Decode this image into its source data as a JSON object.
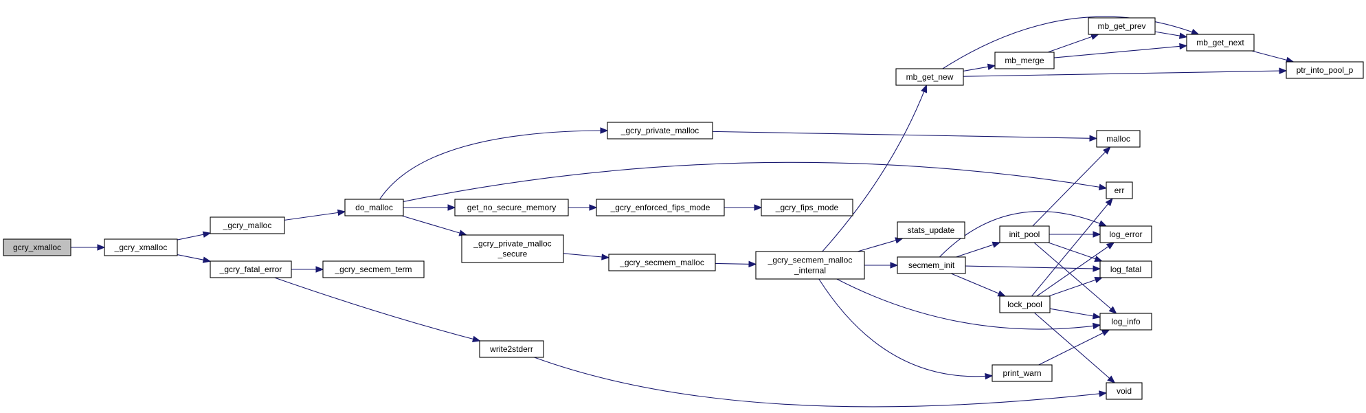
{
  "graph": {
    "colors": {
      "edge": "#191970",
      "node_border": "#000000",
      "root_fill": "#bfbfbf",
      "node_fill": "#ffffff"
    },
    "nodes": {
      "gcry_xmalloc": {
        "lines": [
          "gcry_xmalloc"
        ],
        "root": true
      },
      "_gcry_xmalloc": {
        "lines": [
          "_gcry_xmalloc"
        ]
      },
      "_gcry_malloc": {
        "lines": [
          "_gcry_malloc"
        ]
      },
      "_gcry_fatal_error": {
        "lines": [
          "_gcry_fatal_error"
        ]
      },
      "_gcry_secmem_term": {
        "lines": [
          "_gcry_secmem_term"
        ]
      },
      "do_malloc": {
        "lines": [
          "do_malloc"
        ]
      },
      "_gcry_private_malloc": {
        "lines": [
          "_gcry_private_malloc"
        ]
      },
      "get_no_secure_memory": {
        "lines": [
          "get_no_secure_memory"
        ]
      },
      "_gcry_enforced_fips_mode": {
        "lines": [
          "_gcry_enforced_fips_mode"
        ]
      },
      "_gcry_fips_mode": {
        "lines": [
          "_gcry_fips_mode"
        ]
      },
      "_gcry_private_malloc_secure": {
        "lines": [
          "_gcry_private_malloc",
          "_secure"
        ]
      },
      "_gcry_secmem_malloc": {
        "lines": [
          "_gcry_secmem_malloc"
        ]
      },
      "_gcry_secmem_malloc_internal": {
        "lines": [
          "_gcry_secmem_malloc",
          "_internal"
        ]
      },
      "write2stderr": {
        "lines": [
          "write2stderr"
        ]
      },
      "mb_get_new": {
        "lines": [
          "mb_get_new"
        ]
      },
      "mb_merge": {
        "lines": [
          "mb_merge"
        ]
      },
      "mb_get_prev": {
        "lines": [
          "mb_get_prev"
        ]
      },
      "mb_get_next": {
        "lines": [
          "mb_get_next"
        ]
      },
      "ptr_into_pool_p": {
        "lines": [
          "ptr_into_pool_p"
        ]
      },
      "malloc": {
        "lines": [
          "malloc"
        ]
      },
      "err": {
        "lines": [
          "err"
        ]
      },
      "stats_update": {
        "lines": [
          "stats_update"
        ]
      },
      "secmem_init": {
        "lines": [
          "secmem_init"
        ]
      },
      "init_pool": {
        "lines": [
          "init_pool"
        ]
      },
      "lock_pool": {
        "lines": [
          "lock_pool"
        ]
      },
      "print_warn": {
        "lines": [
          "print_warn"
        ]
      },
      "log_error": {
        "lines": [
          "log_error"
        ]
      },
      "log_fatal": {
        "lines": [
          "log_fatal"
        ]
      },
      "log_info": {
        "lines": [
          "log_info"
        ]
      },
      "void": {
        "lines": [
          "void"
        ]
      }
    },
    "edges": [
      [
        "gcry_xmalloc",
        "_gcry_xmalloc"
      ],
      [
        "_gcry_xmalloc",
        "_gcry_malloc"
      ],
      [
        "_gcry_xmalloc",
        "_gcry_fatal_error"
      ],
      [
        "_gcry_malloc",
        "do_malloc"
      ],
      [
        "_gcry_fatal_error",
        "_gcry_secmem_term"
      ],
      [
        "_gcry_fatal_error",
        "write2stderr"
      ],
      [
        "do_malloc",
        "_gcry_private_malloc"
      ],
      [
        "do_malloc",
        "err"
      ],
      [
        "do_malloc",
        "get_no_secure_memory"
      ],
      [
        "do_malloc",
        "_gcry_private_malloc_secure"
      ],
      [
        "_gcry_private_malloc",
        "malloc"
      ],
      [
        "get_no_secure_memory",
        "_gcry_enforced_fips_mode"
      ],
      [
        "_gcry_enforced_fips_mode",
        "_gcry_fips_mode"
      ],
      [
        "_gcry_private_malloc_secure",
        "_gcry_secmem_malloc"
      ],
      [
        "_gcry_secmem_malloc",
        "_gcry_secmem_malloc_internal"
      ],
      [
        "_gcry_secmem_malloc_internal",
        "mb_get_new"
      ],
      [
        "_gcry_secmem_malloc_internal",
        "stats_update"
      ],
      [
        "_gcry_secmem_malloc_internal",
        "secmem_init"
      ],
      [
        "_gcry_secmem_malloc_internal",
        "log_info"
      ],
      [
        "_gcry_secmem_malloc_internal",
        "print_warn"
      ],
      [
        "write2stderr",
        "void"
      ],
      [
        "mb_get_new",
        "mb_get_next"
      ],
      [
        "mb_get_new",
        "mb_merge"
      ],
      [
        "mb_get_new",
        "ptr_into_pool_p"
      ],
      [
        "mb_merge",
        "mb_get_prev"
      ],
      [
        "mb_merge",
        "mb_get_next"
      ],
      [
        "mb_get_prev",
        "mb_get_next"
      ],
      [
        "mb_get_next",
        "ptr_into_pool_p"
      ],
      [
        "secmem_init",
        "log_error"
      ],
      [
        "secmem_init",
        "init_pool"
      ],
      [
        "secmem_init",
        "log_fatal"
      ],
      [
        "secmem_init",
        "lock_pool"
      ],
      [
        "init_pool",
        "malloc"
      ],
      [
        "init_pool",
        "log_error"
      ],
      [
        "init_pool",
        "log_fatal"
      ],
      [
        "init_pool",
        "log_info"
      ],
      [
        "lock_pool",
        "err"
      ],
      [
        "lock_pool",
        "log_error"
      ],
      [
        "lock_pool",
        "log_fatal"
      ],
      [
        "lock_pool",
        "log_info"
      ],
      [
        "lock_pool",
        "void"
      ],
      [
        "print_warn",
        "log_info"
      ]
    ]
  }
}
